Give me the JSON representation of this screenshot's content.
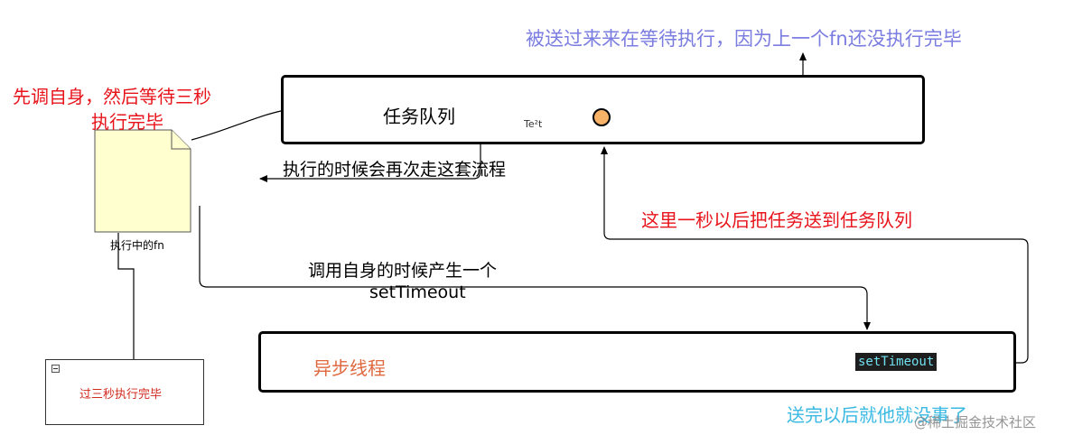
{
  "texts": {
    "top_note": "被送过来来在等待执行，因为上一个fn还没执行完毕",
    "self_call_line1": "先调自身，然后等待三秒",
    "self_call_line2": "执行完毕",
    "task_queue": "任务队列",
    "tiny_label": "Te²t",
    "rerun_note": "执行的时候会再次走这套流程",
    "one_second_note": "这里一秒以后把任务送到任务队列",
    "running_fn": "执行中的fn",
    "spawn_line1": "调用自身的时候产生一个",
    "spawn_line2": "setTimeout",
    "async_thread": "异步线程",
    "settimeout_tag": "setTimeout",
    "done_note": "过三秒执行完毕",
    "after_send_note": "送完以后就他就没事了",
    "watermark": "@稀土掘金技术社区"
  },
  "colors": {
    "blue": "#7b7de0",
    "red": "#e8141b",
    "dark_red": "#d12a1f",
    "cyan": "#3ab9e3",
    "orange": "#e0683e",
    "doc_fill": "#ffffd0",
    "circle_fill": "#f7b267",
    "code_bg": "#1e1e1e",
    "code_fg": "#6fe0ef"
  }
}
